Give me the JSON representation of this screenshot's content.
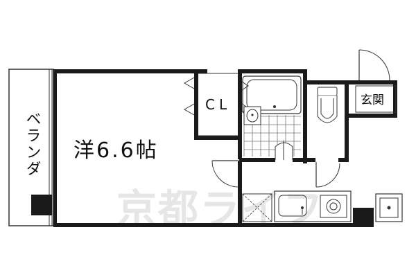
{
  "floorplan": {
    "room_label": "洋6.6帖",
    "closet_label": "CL",
    "balcony_label": "ベランダ",
    "entrance_label": "玄関",
    "watermark": "京都ライフ"
  },
  "colors": {
    "wall": "#1a1a1a",
    "line": "#333333",
    "watermark": "#e6e6e6",
    "background": "#ffffff"
  }
}
